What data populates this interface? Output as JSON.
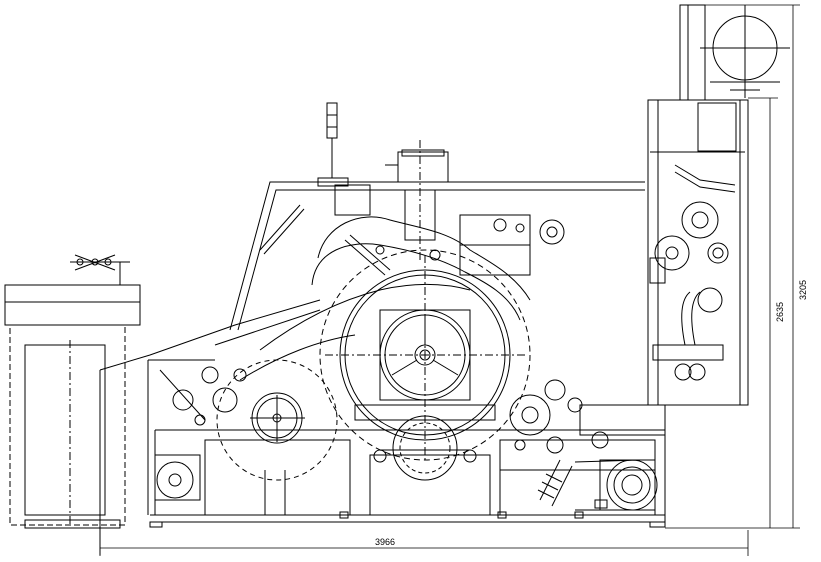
{
  "drawing": {
    "ink_color": "#000000",
    "paper_color": "#ffffff",
    "dimensions": {
      "overall_length": "3966",
      "overall_height": "3205",
      "frame_height": "2635"
    }
  }
}
